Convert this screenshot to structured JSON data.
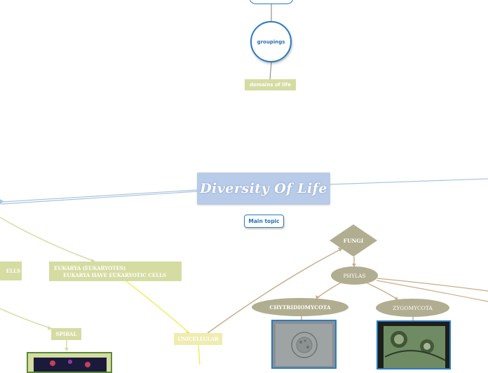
{
  "diagram": {
    "title": "Diversity Of Life",
    "main_topic_label": "Main topic",
    "groupings_label": "groupings",
    "domains_label": "domains of life",
    "cells_fragment": "ELLS",
    "eukarya_line1": "EUKARYA (EUKARYOTES)",
    "eukarya_line2": "EUKARYA HAVE EUKARYOTIC CELLS",
    "spiral_label": "SPIRAL",
    "unicellular_label": "UNICELLULAR",
    "fungi_label": "FUNGI",
    "phylas_label": "PHYLAS",
    "chytridiomycota_label": "CHYTRIDIOMYCOTA",
    "zygomycota_label": "ZYGOMYCOTA"
  },
  "colors": {
    "accent_blue": "#2d7bbf",
    "title_bg": "#b8cbe8",
    "green_node": "#d5dca2",
    "yellow_node": "#efecb0",
    "fungi_node": "#b1ad90",
    "fungi_link": "#c9ad8a",
    "yellow_link": "#f2e94a"
  }
}
